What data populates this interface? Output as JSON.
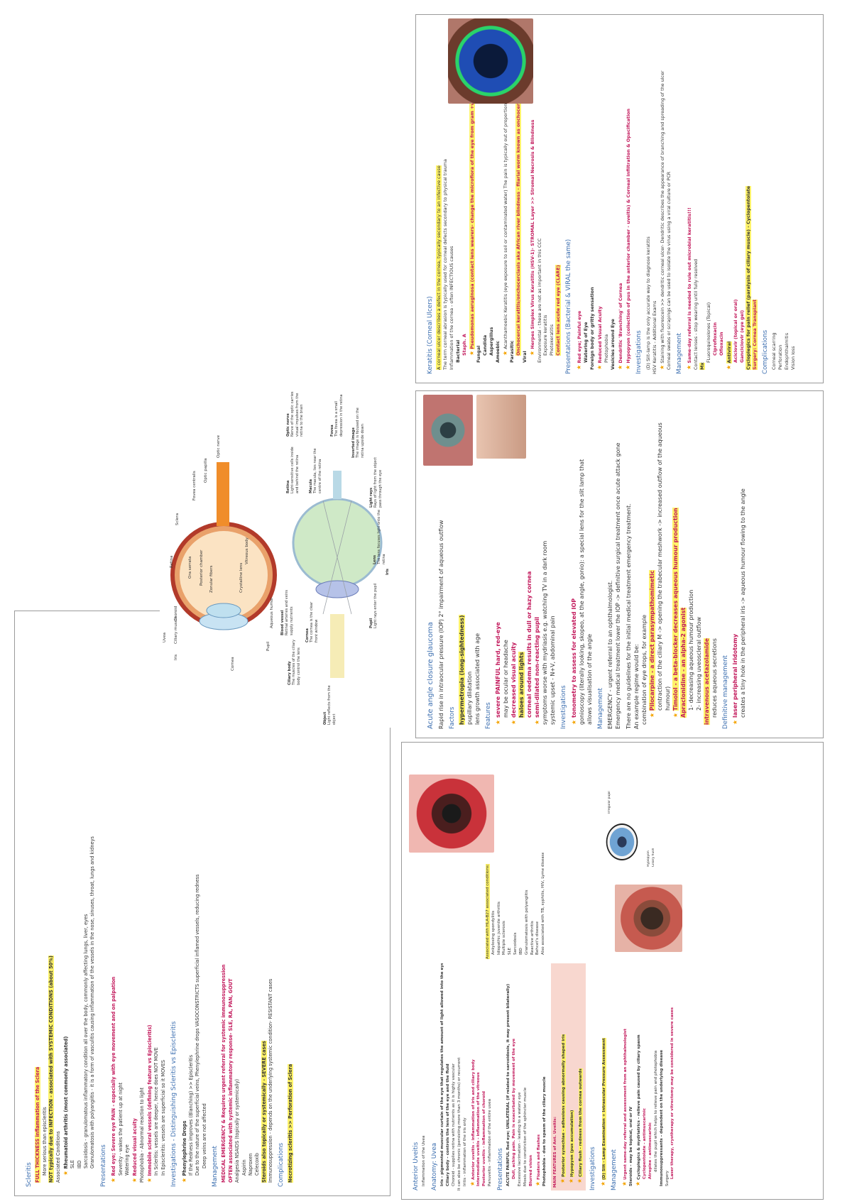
{
  "scleritis": {
    "title": "Scleritis",
    "lines": [
      "FULL THICKNESS inflammation of the Sclera",
      "More serious than episcleritis",
      "NOT typically due to INFECTION - associated with SYSTEMIC CONDITIONS (about 50%)",
      "Associated Conditions",
      "Rheumatoid arthritis (most commonly associated)",
      "SLE",
      "IBD",
      "Sarcoidosis - granulomatous inflammatory condition all over the body, commonly affecting lungs, liver, eyes",
      "Granulomatosis with polyangiitis - it is a form of vasculitis causing inflammation of the vessels in the nose, sinuses, throat, lungs and kidneys",
      "Presentations",
      "Red eye; Severe eye PAIN - especially with eye movement and on palpation",
      "Severity - wakes the patient up at night",
      "Watering eye",
      "Reduced visual acuity",
      "Photophobia - Abnormal reaction to light",
      "Immobile scleral vessels (defining feature vs Episcleritis)",
      "In Scleritis: vessels are deeper, hence does NOT MOVE",
      "In Episcleritis: vessels are superficial so it MOVES",
      "Investigations - Distinguishing Scleritis vs Episcleritis",
      "Phenylephrine Drops",
      "If the Redness improves (Blanching) >> Episcleritis",
      "Due to the nature of the superficial veins, Phenylephrine drops VASOCONSTRICTS superficial inflamed vessels, reducing redness",
      "Deep veins are not affected",
      "Management",
      "MEDICAL EMERGENCY & Requires urgent referral for systemic immunosuppression",
      "OFTEN associated with systemic inflammatory response- SLE, RA, PAN, GOUT",
      "Analgesia NSAIDS (topically or systemically)",
      "Aspirin",
      "Naproxen",
      "Celecoxib",
      "Steroids also topically or systemically - SEVERE cases",
      "Immunosuppression - depends on the underlying systemic condition- RESISTANT cases",
      "Complications",
      "Necrotizing scleritis >> Perforation of Sclera"
    ]
  },
  "uveitis": {
    "title": "Anterior Uveitis",
    "lines": [
      "Inflammation of the Uvea",
      "Anatomy: Uvea",
      "Iris - pigmented muscular curtain of the eye that regulates the amount of light allowed into the eye",
      "Ciliary body - controls the lens of the eye and the fluid",
      "Choroid - supplies retina with nutrients as it is highly vascular",
      "It can also be chronic (persisting more than 3 months) or recurrent",
      "Iritis - inflammation of the iris only",
      "Anterior uveitis - inflammation of iris and ciliary body",
      "Intermediate uveitis - inflammation of the vitreous",
      "Posterior uveitis - inflammation of choroid",
      "Panuveitis - inflammation of the entire uvea",
      "Presentations",
      "ACUTE PAINFUL Red eye; UNILATERAL (if related to sarcoidosis, it may present bilaterally)",
      "Dull, aching pain. Pain is exacerbated by movement of the eye",
      "Excessive lacrimation - leading to a watery eye",
      "Miosis due to constriction of the sphincter muscle",
      "Blurred vision",
      "Floaters and flashes",
      "Photophobia - due to spasm of the ciliary muscle",
      "Associated with HLA-B27 associated conditions:",
      "Ankylosing spondylitis",
      "Idiopathic juvenile arthritis",
      "Multiple sclerosis",
      "SLE",
      "Sarcoidosis",
      "IBD",
      "Granulomatosis with polyangiitis",
      "Reactive arthritis",
      "Behcet's disease",
      "Also associated with TB, syphilis, HIV, Lyme disease",
      "MAIN FEATURES of Ant. Uveitis:",
      "Posterior synechiae - adhesions causing abnormally shaped iris",
      "Hypopyon (pus accumulation)",
      "Ciliary flush - redness from the cornea outwards",
      "Investigations",
      "(D) Slit - Lamp Examination + Intraocular Pressure Assessment",
      "Management",
      "Urgent same-day referral and assessment from an ophthalmologist",
      "Steroids - may be topical, oral or IV",
      "Cycloplegics & mydriatrics - relieve pain caused by ciliary spasm",
      "Cyclopentolate - antimuscarinic",
      "Atropine - antimuscarinic",
      "dilates the pupil which helps to relieve pain and photophobia",
      "Immunosuppressants - dependent on the underlying disease",
      "Surgery",
      "Laser therapy, cryotherapy or vitrectomy may be considered in severe cases"
    ],
    "image_captions": [
      "Hypopyon",
      "Ciliary flush",
      "Irregular pupil"
    ]
  },
  "diagrams": {
    "top_labels": [
      "Uvea",
      "Iris",
      "Ciliary muscle",
      "Choroid",
      "Retina",
      "Sclera",
      "Fovea centralis",
      "Optic papilla",
      "Optic nerve",
      "Cornea",
      "Pupil",
      "Aqueous humor",
      "Vitreous body",
      "Crystalline lens",
      "Zonular fibers",
      "Posterior chamber",
      "Ora serrata"
    ],
    "bottom_labels": [
      "Retina",
      "Macula",
      "Optic nerve",
      "Fovea",
      "Inverted image",
      "Light rays",
      "Lens",
      "Pupil",
      "Cornea",
      "Object",
      "Blood vessel",
      "Ciliary body",
      "Iris"
    ],
    "bottom_notes": [
      "Light-sensitive cells inside and behind the retina",
      "The macula, lies near the centre of the retina",
      "Nerve of the optic carries visual impulses from the retina to the brain",
      "The fovea is a small depression in the retina",
      "The image is focused on the retina upside down",
      "Rays of light from the object pass through the eye",
      "The lens focuses light onto the retina",
      "Light rays enter the pupil",
      "The cornea is the clear front window",
      "Light reflects from the object",
      "Retinal arteries and veins supply nutrients",
      "The muscles of the ciliary body control the lens"
    ]
  },
  "glaucoma": {
    "title": "Acute angle closure glaucoma",
    "lines": [
      "Rapid rise in intraocular pressure (IOP) 2° impairment of aqueous outflow",
      "Factors",
      "hypermetropia (long-sightedness)",
      "pupillary dilatation",
      "lens growth associated with age",
      "Features",
      "severe PAINFUL hard, red-eye",
      "may be ocular or headache",
      "decreased visual acuity",
      "haloes around lights",
      "corneal oedema results in dull or hazy cornea",
      "semi-dilated non-reacting pupil",
      "symptoms worse with mydriasis e.g. watching TV in a dark room",
      "systemic upset - N+V, abdominal pain",
      "Investigations",
      "tonometry to assess for elevated IOP",
      "gonioscopy (literally looking, skopeo, at the angle, gonio): a special lens for the slit lamp that allows visualisation of the angle",
      "Management",
      "EMERGENCY - urgent referral to an ophthalmologist.",
      "Emergency medical treatment lower the IOP -> definitive surgical treatment once acute attack gone",
      "There are no guidelines for the initial medical treatment emergency treatment.",
      "An example regime would be:",
      "combination of eye drops, for example",
      "Pilocarpine - a direct parasympathomimetic",
      "contraction of the ciliary M -> opening the trabecular meshwork -> increased outflow of the aqueous humour)",
      "Timolol - a beta-blocker decreases aqueous humour production",
      "Apraclonidine - an alpha-2 agonist",
      "1- decreasing aqueous humour production",
      "2- increasing uveoscleral outflow",
      "intravenous acetazolamide",
      "reduces aqueous secretions",
      "Definitive management",
      "laser peripheral iridotomy",
      "creates a tiny hole in the peripheral iris -> aqueous humour flowing to the angle"
    ]
  },
  "keratitis": {
    "title": "Keratitis (Corneal Ulcers)",
    "lines": [
      "A corneal ulcer describes a defect in the cornea, typically secondary to an infective cause",
      "The term corneal abrasion is typically used for corneal defects secondary to physical trauma",
      "Inflammation of the cornea - often INFECTIOUS causes",
      "Bacterial",
      "Staph. A",
      "Pseudomonas aeruginosa (contact lens wearers- change the microflora of the eye from gram +ve to gram -ve)",
      "Fungal",
      "Candida",
      "Aspergillus",
      "Amoebic",
      "Acanthamoebic Keratitis (eye exposure to soil or contaminated water) The pain is typically out of proportion with the findings",
      "Parasitic",
      "Onchocercal keratitis/onchocerciasis aka African river blindness - filarial worm known as onchocerca volvulus",
      "Viral",
      "Herpes Simplex Virus Keratitis (HSV-1)- STROMAL Layer >> Stromal Necrosis & Blindness",
      "Environmental - these are not as important in this CCC",
      "Exposure keratitis",
      "Photokeratitis",
      "Contact lens acute red eye (CLARE)",
      "Presentations (Bacterial & VIRAL the same)",
      "Red eye; Painful eye",
      "Watering of Eye",
      "Foreign body or gritty sensation",
      "Reduced Visual Acuity",
      "Photophobia",
      "Vesicles around Eye",
      "Dendritic 'Branching' of Cornea",
      "Hypopyon (collection of pus in the anterior chamber - uveitis) & Corneal infiltration & Opacification",
      "Investigations",
      "(D) Slit-lamp is the only accurate way to diagnose keratitis",
      "HSV Keratitis - Additional Exams",
      "Staining with fluorescein >> dendritic corneal ulcer- Dendritic describes the appearance of branching and spreading of the ulcer",
      "Corneal swabs or scrapings can be used to isolate the virus using a viral culture or PCR",
      "Management",
      "Same-day referral is needed to rule out microbial keratitis!!!",
      "Contact lenses - stop wearing until fully resolved",
      "Mx",
      "FLuoroquinolones (Topical)",
      "Ciprofloxacin",
      "Ofloxacin",
      "Antiviral",
      "Aciclovir (topical or oral)",
      "Ganciclovir (eye gel)",
      "Cycloplegics for pain relief (paralysis of ciliary muscle) - Cyclopentolate",
      "Surgery: Cornea Transplant",
      "Complications",
      "Corneal scarring",
      "Perforation",
      "Endophthalmitis",
      "Vision loss"
    ]
  },
  "colors": {
    "accent": "#3d6fb0",
    "pink": "#c2185b",
    "highlight": "#fff36a",
    "star": "#f4a300"
  }
}
